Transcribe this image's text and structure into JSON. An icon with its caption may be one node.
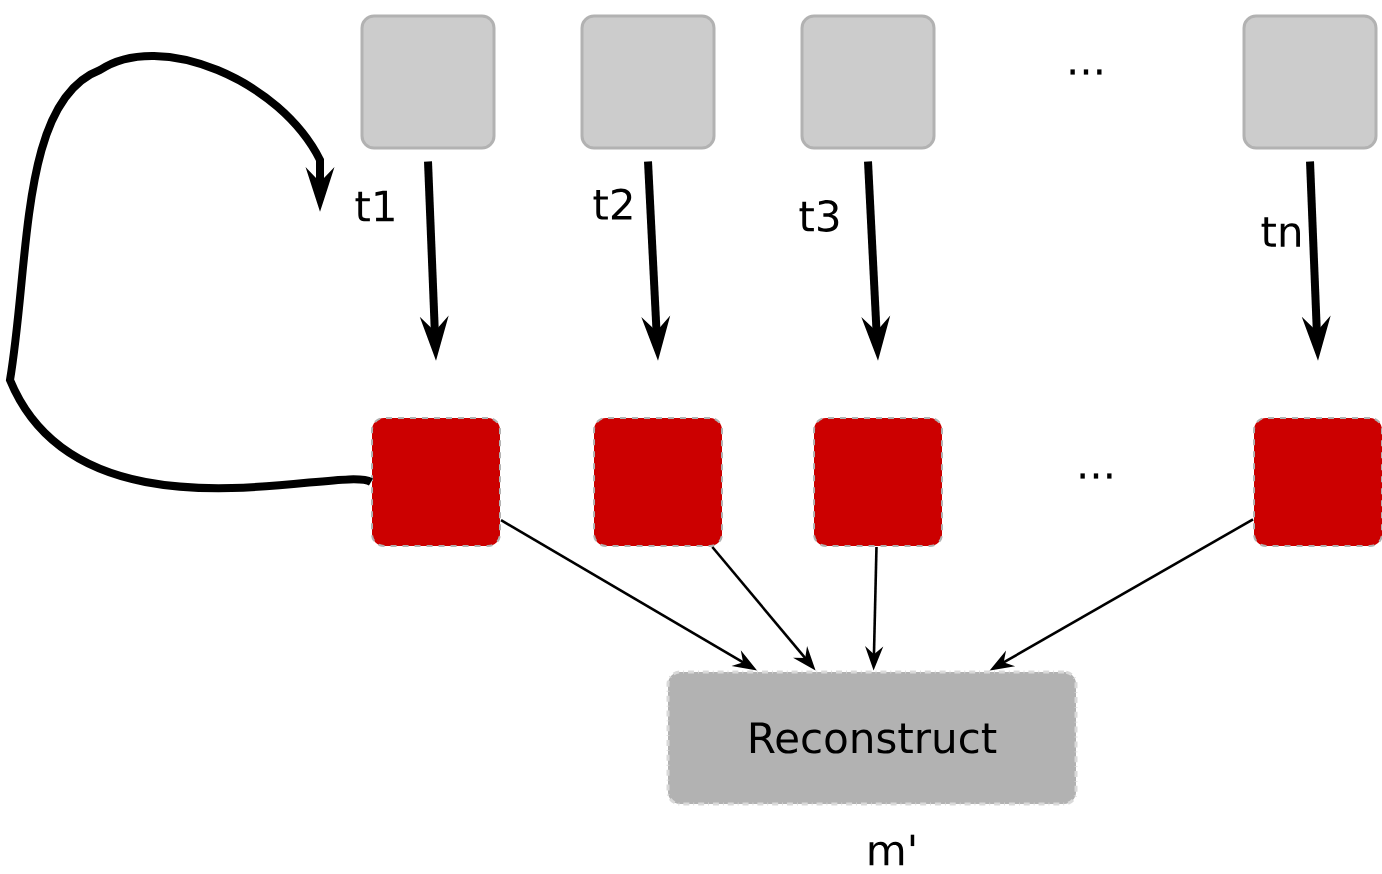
{
  "diagram": {
    "nodes": [
      {
        "text": [],
        "shape": "box"
      },
      {
        "text": [],
        "shape": "box"
      },
      {
        "text": [],
        "shape": "box"
      },
      {
        "text": [],
        "shape": "box"
      },
      {
        "text": [],
        "shape": "box"
      },
      {
        "text": [],
        "shape": "box"
      },
      {
        "text": [],
        "shape": "box"
      },
      {
        "text": [],
        "shape": "box"
      },
      {
        "text": [
          "Reconstruct"
        ],
        "beside": [
          "m'"
        ]
      }
    ],
    "edges": [
      {
        "from": 0,
        "to": 4,
        "arrow": "to",
        "label": "t1"
      },
      {
        "from": 1,
        "to": 5,
        "arrow": "to",
        "label": "t2"
      },
      {
        "from": 2,
        "to": 6,
        "arrow": "to",
        "label": "t3"
      },
      {
        "from": 3,
        "to": 7,
        "arrow": "to",
        "label": "tn"
      },
      {
        "from": 4,
        "to": null,
        "arrow": "to"
      },
      {
        "from": 4,
        "to": 8,
        "arrow": "to"
      },
      {
        "from": 5,
        "to": 8,
        "arrow": "to"
      },
      {
        "from": 6,
        "to": 8,
        "arrow": "to"
      },
      {
        "from": 7,
        "to": 8,
        "arrow": "to"
      }
    ],
    "labels": [
      "...",
      "..."
    ]
  }
}
